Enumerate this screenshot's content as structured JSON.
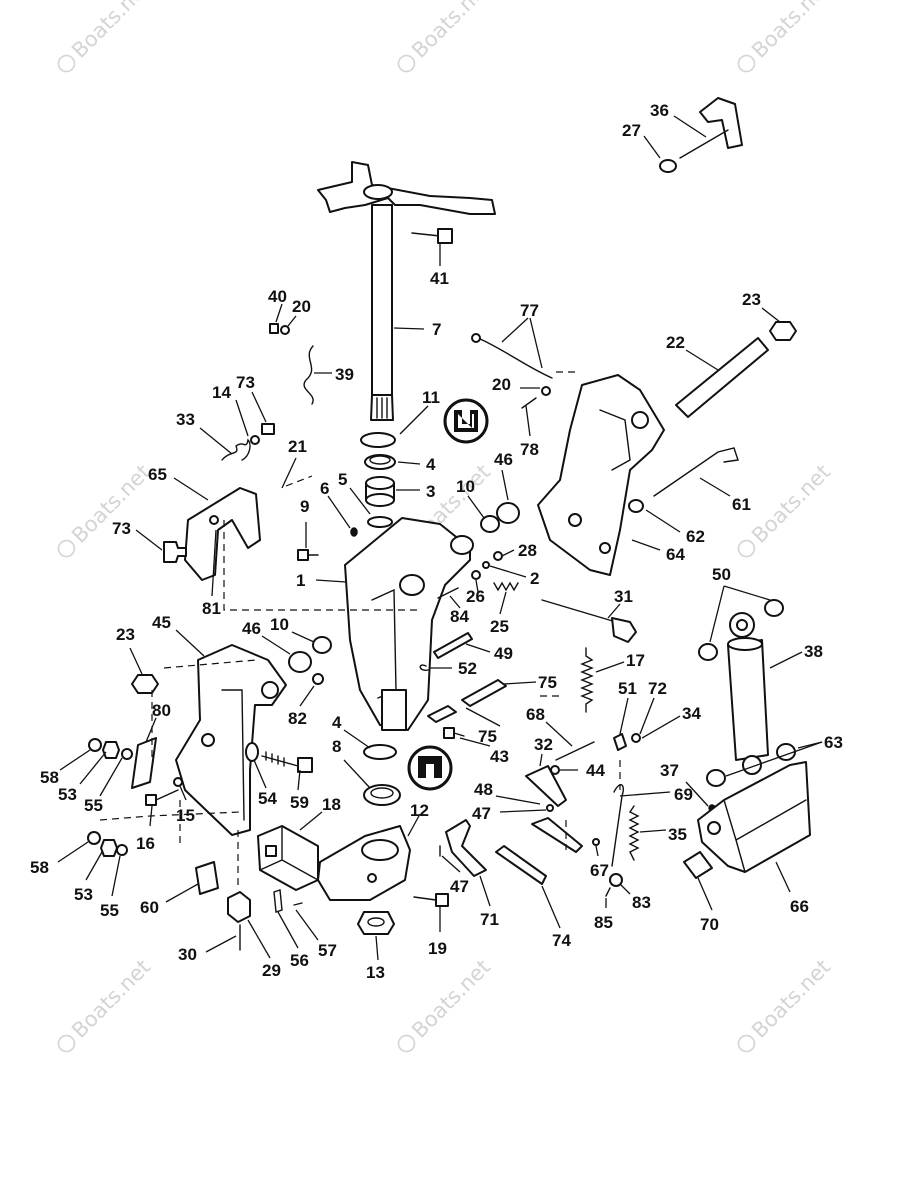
{
  "watermark": {
    "text": "Boats.net",
    "symbol": "©",
    "color": "#d4d4d4"
  },
  "callouts": [
    {
      "id": "l36",
      "text": "36"
    },
    {
      "id": "l27",
      "text": "27"
    },
    {
      "id": "l41",
      "text": "41"
    },
    {
      "id": "l40",
      "text": "40"
    },
    {
      "id": "l20a",
      "text": "20"
    },
    {
      "id": "l7",
      "text": "7"
    },
    {
      "id": "l39",
      "text": "39"
    },
    {
      "id": "l77",
      "text": "77"
    },
    {
      "id": "l23a",
      "text": "23"
    },
    {
      "id": "l22",
      "text": "22"
    },
    {
      "id": "l14",
      "text": "14"
    },
    {
      "id": "l73a",
      "text": "73"
    },
    {
      "id": "l33",
      "text": "33"
    },
    {
      "id": "l11",
      "text": "11"
    },
    {
      "id": "l20b",
      "text": "20"
    },
    {
      "id": "l78",
      "text": "78"
    },
    {
      "id": "l4a",
      "text": "4"
    },
    {
      "id": "l21",
      "text": "21"
    },
    {
      "id": "l65",
      "text": "65"
    },
    {
      "id": "l6",
      "text": "6"
    },
    {
      "id": "l5",
      "text": "5"
    },
    {
      "id": "l3",
      "text": "3"
    },
    {
      "id": "l10a",
      "text": "10"
    },
    {
      "id": "l46a",
      "text": "46"
    },
    {
      "id": "l61",
      "text": "61"
    },
    {
      "id": "l9",
      "text": "9"
    },
    {
      "id": "l73b",
      "text": "73"
    },
    {
      "id": "l62",
      "text": "62"
    },
    {
      "id": "l28",
      "text": "28"
    },
    {
      "id": "l64",
      "text": "64"
    },
    {
      "id": "l1",
      "text": "1"
    },
    {
      "id": "l2",
      "text": "2"
    },
    {
      "id": "l26",
      "text": "26"
    },
    {
      "id": "l50",
      "text": "50"
    },
    {
      "id": "l81",
      "text": "81"
    },
    {
      "id": "l84",
      "text": "84"
    },
    {
      "id": "l31",
      "text": "31"
    },
    {
      "id": "l25",
      "text": "25"
    },
    {
      "id": "l23b",
      "text": "23"
    },
    {
      "id": "l45",
      "text": "45"
    },
    {
      "id": "l46b",
      "text": "46"
    },
    {
      "id": "l10b",
      "text": "10"
    },
    {
      "id": "l49",
      "text": "49"
    },
    {
      "id": "l38",
      "text": "38"
    },
    {
      "id": "l17",
      "text": "17"
    },
    {
      "id": "l52",
      "text": "52"
    },
    {
      "id": "l75a",
      "text": "75"
    },
    {
      "id": "l51",
      "text": "51"
    },
    {
      "id": "l72",
      "text": "72"
    },
    {
      "id": "l82",
      "text": "82"
    },
    {
      "id": "l80",
      "text": "80"
    },
    {
      "id": "l34",
      "text": "34"
    },
    {
      "id": "l68",
      "text": "68"
    },
    {
      "id": "l4b",
      "text": "4"
    },
    {
      "id": "l75b",
      "text": "75"
    },
    {
      "id": "l63",
      "text": "63"
    },
    {
      "id": "l32",
      "text": "32"
    },
    {
      "id": "l8",
      "text": "8"
    },
    {
      "id": "l43",
      "text": "43"
    },
    {
      "id": "l44",
      "text": "44"
    },
    {
      "id": "l58a",
      "text": "58"
    },
    {
      "id": "l53a",
      "text": "53"
    },
    {
      "id": "l55a",
      "text": "55"
    },
    {
      "id": "l54",
      "text": "54"
    },
    {
      "id": "l59",
      "text": "59"
    },
    {
      "id": "l37",
      "text": "37"
    },
    {
      "id": "l18",
      "text": "18"
    },
    {
      "id": "l48",
      "text": "48"
    },
    {
      "id": "l69",
      "text": "69"
    },
    {
      "id": "l15",
      "text": "15"
    },
    {
      "id": "l12",
      "text": "12"
    },
    {
      "id": "l47a",
      "text": "47"
    },
    {
      "id": "l35",
      "text": "35"
    },
    {
      "id": "l16",
      "text": "16"
    },
    {
      "id": "l67",
      "text": "67"
    },
    {
      "id": "l58b",
      "text": "58"
    },
    {
      "id": "l47b",
      "text": "47"
    },
    {
      "id": "l83",
      "text": "83"
    },
    {
      "id": "l53b",
      "text": "53"
    },
    {
      "id": "l66",
      "text": "66"
    },
    {
      "id": "l55b",
      "text": "55"
    },
    {
      "id": "l60",
      "text": "60"
    },
    {
      "id": "l71",
      "text": "71"
    },
    {
      "id": "l85",
      "text": "85"
    },
    {
      "id": "l70",
      "text": "70"
    },
    {
      "id": "l57",
      "text": "57"
    },
    {
      "id": "l74",
      "text": "74"
    },
    {
      "id": "l19",
      "text": "19"
    },
    {
      "id": "l30",
      "text": "30"
    },
    {
      "id": "l56",
      "text": "56"
    },
    {
      "id": "l29",
      "text": "29"
    },
    {
      "id": "l13",
      "text": "13"
    }
  ],
  "notes": [
    {
      "id": "note-1",
      "icon": "lubricant-tube-icon"
    },
    {
      "id": "note-2",
      "icon": "lubricant-tube-icon"
    }
  ]
}
